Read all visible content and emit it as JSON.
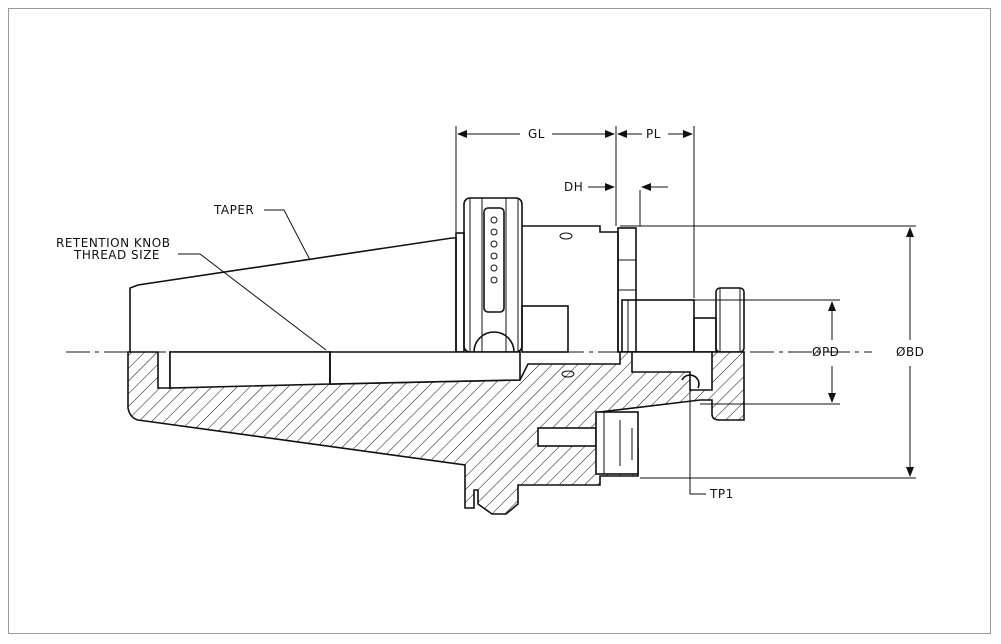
{
  "labels": {
    "taper": "TAPER",
    "retention_line1": "RETENTION KNOB",
    "retention_line2": "THREAD SIZE",
    "gl": "GL",
    "pl": "PL",
    "dh": "DH",
    "pd": "ØPD",
    "bd": "ØBD",
    "tp1": "TP1"
  },
  "colors": {
    "line": "#111111",
    "frame": "#9a9a9a",
    "background": "#ffffff"
  }
}
